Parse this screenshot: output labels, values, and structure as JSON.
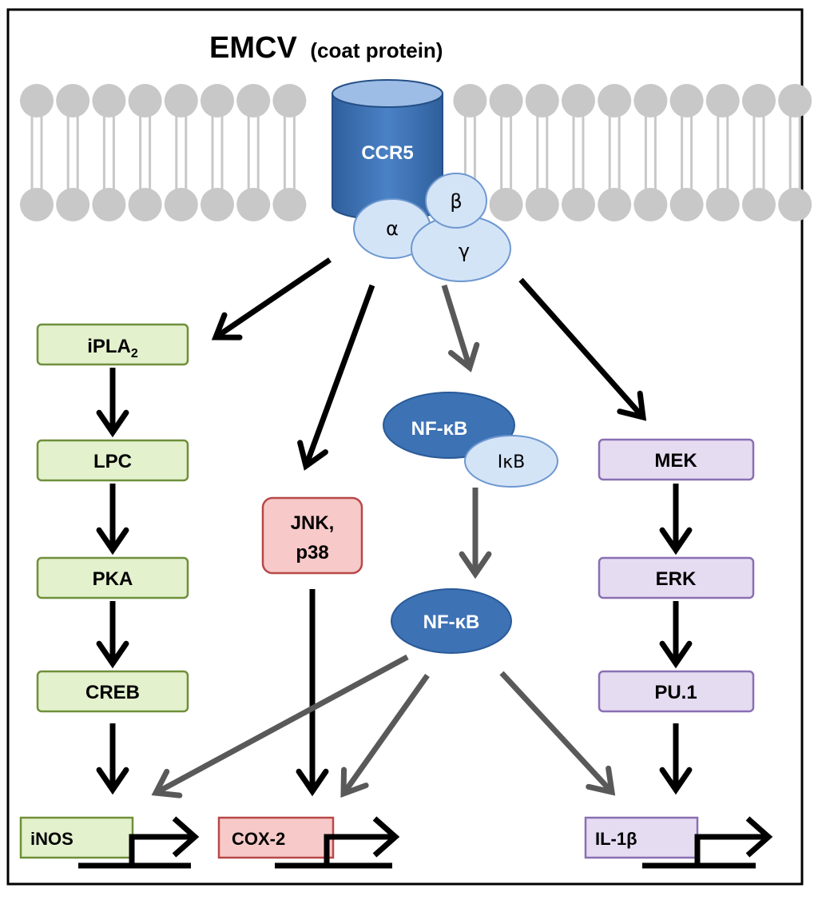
{
  "title": {
    "main": "EMCV",
    "sub": "(coat protein)"
  },
  "receptor": {
    "label": "CCR5"
  },
  "g_protein": {
    "alpha": "α",
    "beta": "β",
    "gamma": "γ"
  },
  "pathways": {
    "ipla2": {
      "main": "iPLA",
      "sub": "2"
    },
    "lpc": "LPC",
    "pka": "PKA",
    "creb": "CREB",
    "jnk_line1": "JNK,",
    "jnk_line2": "p38",
    "nfkb_complex": "NF-κB",
    "ikb": "IκB",
    "nfkb_active": "NF-κB",
    "mek": "MEK",
    "erk": "ERK",
    "pu1": "PU.1"
  },
  "genes": {
    "inos": "iNOS",
    "cox2": "COX-2",
    "il1b": "IL-1β"
  },
  "colors": {
    "green_fill": "#e3f1cd",
    "green_stroke": "#6f8f3a",
    "pink_fill": "#f7c9c9",
    "pink_stroke": "#b84848",
    "purple_fill": "#e5dcf2",
    "purple_stroke": "#8a6fb3",
    "blue_dark": "#3d72b5",
    "blue_light": "#d4e4f7",
    "membrane": "#c8c8c8",
    "arrow_black": "#000000",
    "arrow_gray": "#595959"
  }
}
